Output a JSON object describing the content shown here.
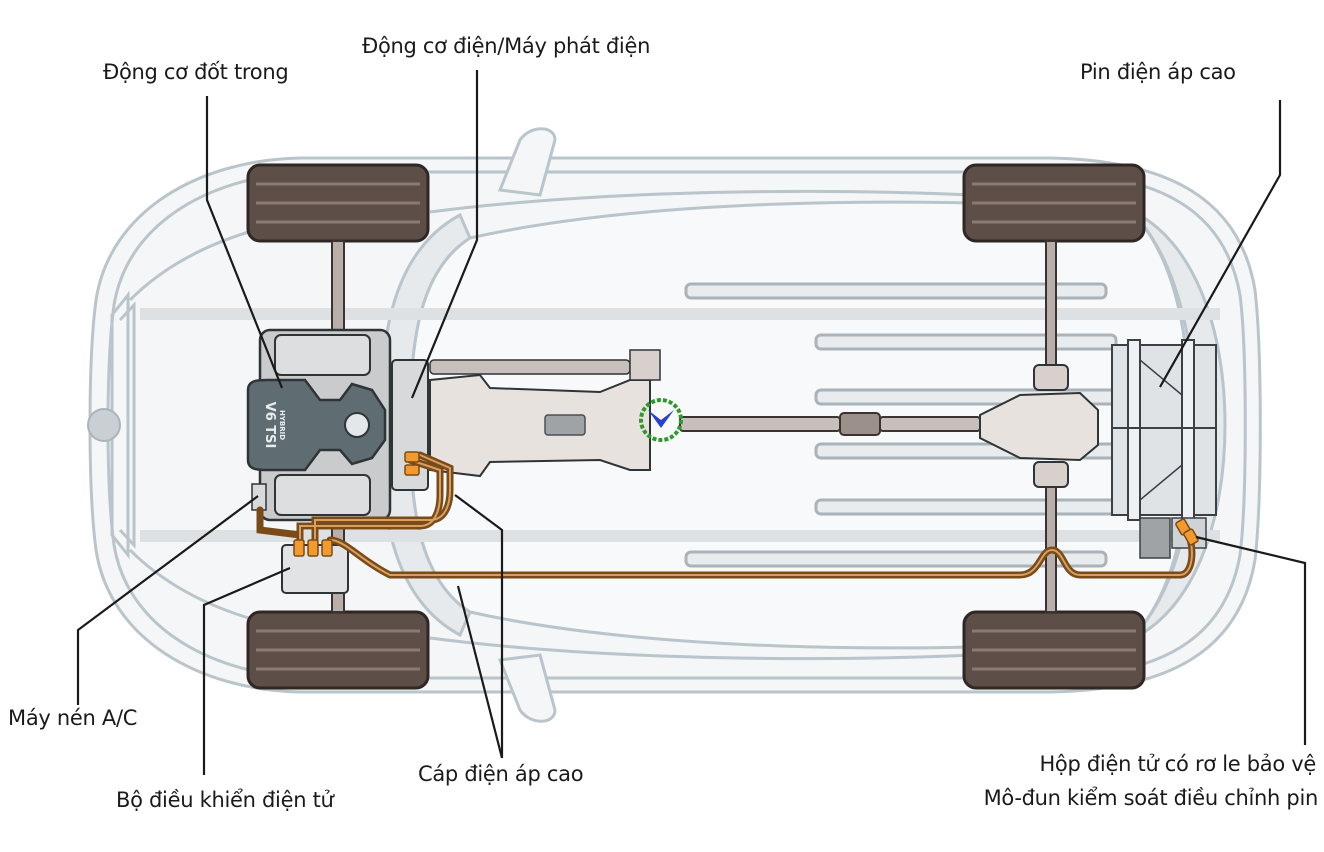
{
  "diagram": {
    "title": "Hybrid vehicle powertrain layout (top view)",
    "colors": {
      "body_outline": "#b9c4cb",
      "body_fill": "#f3f5f6",
      "interior_fill": "#e6eaed",
      "tire": "#5e4e48",
      "tire_tread": "#8a7a72",
      "engine_cover": "#5f6d73",
      "engine_block": "#c9cbcd",
      "drivetrain": "#c7bfbb",
      "hv_cable": "#8a5a22",
      "hv_connector": "#f29a2e",
      "leader_line": "#1a1a1a",
      "battery": "#dfe3e6"
    },
    "engine_badge": {
      "line1": "V6 TSI",
      "line2": "HYBRID"
    },
    "labels": [
      {
        "id": "ice",
        "text": "Động cơ đốt trong"
      },
      {
        "id": "motor_generator",
        "text": "Động cơ điện/Máy phát điện"
      },
      {
        "id": "hv_battery",
        "text": "Pin điện áp cao"
      },
      {
        "id": "ac_compressor",
        "text": "Máy nén A/C"
      },
      {
        "id": "power_electronics",
        "text": "Bộ điều khiển điện tử"
      },
      {
        "id": "hv_cables",
        "text": "Cáp điện áp cao"
      },
      {
        "id": "relay_box",
        "text": "Hộp điện tử có rơ le bảo vệ"
      },
      {
        "id": "battery_module",
        "text": "Mô-đun kiểm soát điều chỉnh pin"
      }
    ]
  }
}
